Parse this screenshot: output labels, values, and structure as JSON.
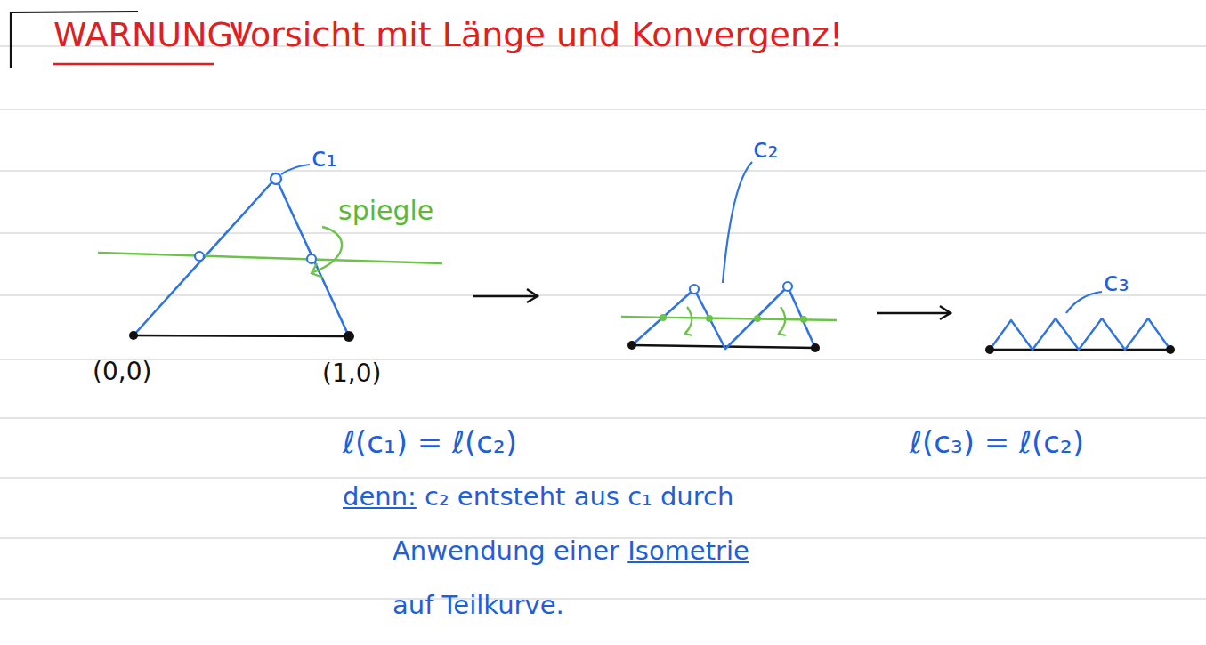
{
  "diagram": {
    "labels": [
      "WARNUNG!",
      "Vorsicht mit Länge und Konvergenz!",
      "c₁",
      "spiegle",
      "(0,0)",
      "(1,0)",
      "c₂",
      "c₃",
      "ℓ(c₁) = ℓ(c₂)",
      "ℓ(c₃) = ℓ(c₂)",
      "denn:",
      "c₂ entsteht aus c₁ durch Anwendung einer",
      "Isometrie",
      "auf Teilkurve."
    ]
  }
}
